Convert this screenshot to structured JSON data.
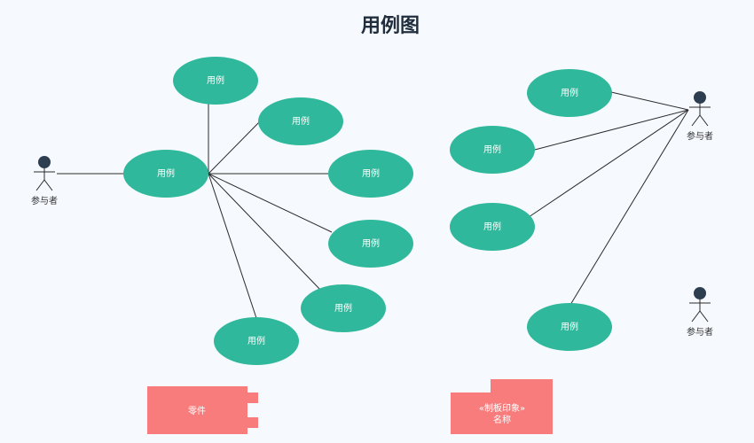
{
  "title": "用例图",
  "colors": {
    "usecase": "#2fb89b",
    "actor": "#2c3e50",
    "line": "#2b2b2b",
    "box": "#f97c7c",
    "background": "#f6f9fe"
  },
  "usecase_label": "用例",
  "actor_label": "参与者",
  "component_label": "零件",
  "package": {
    "line1": "«制板印象»",
    "line2": "名称"
  }
}
